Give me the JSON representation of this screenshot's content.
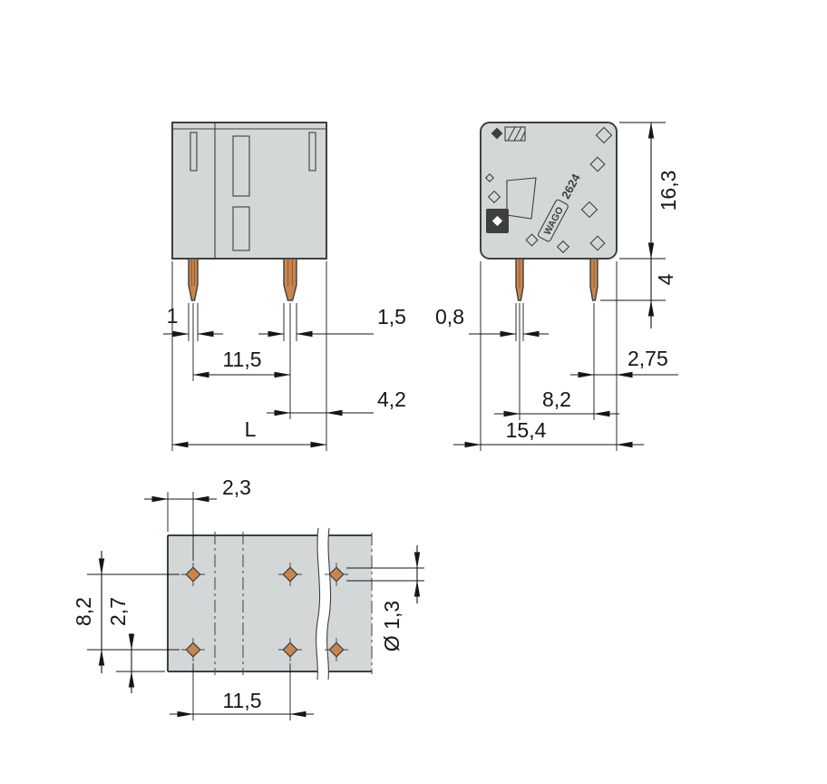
{
  "brand": "WAGO",
  "series": "2624",
  "views": {
    "front": {
      "dims": {
        "pin1_width": "1",
        "pin2_width": "1,5",
        "pin_pitch": "11,5",
        "pin_to_edge": "4,2",
        "overall_length": "L"
      }
    },
    "side": {
      "dims": {
        "body_height": "16,3",
        "pin_length": "4",
        "pin_thickness": "0,8",
        "pin_to_edge": "2,75",
        "pin_spacing": "8,2",
        "overall_depth": "15,4"
      }
    },
    "footprint": {
      "dims": {
        "edge_to_hole": "2,3",
        "row_spacing": "8,2",
        "row_to_edge": "2,7",
        "hole_pitch": "11,5",
        "hole_diameter": "Ø 1,3"
      }
    }
  },
  "colors": {
    "background": "#ffffff",
    "body_fill": "#d4d7d7",
    "body_outline": "#3c4040",
    "pin_fill": "#c9854d",
    "dimension": "#161616"
  }
}
